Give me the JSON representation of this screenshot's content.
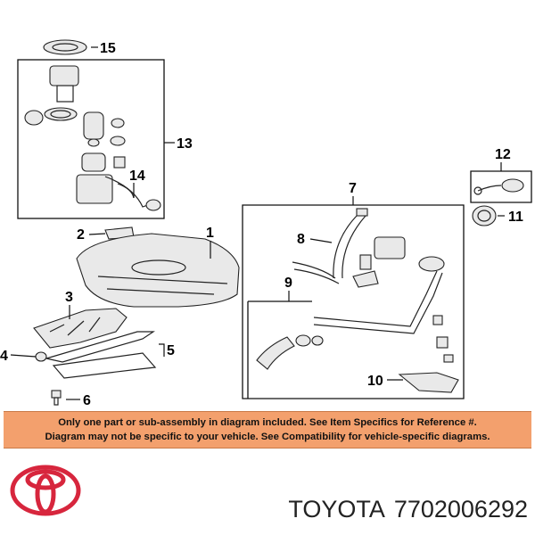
{
  "callouts": {
    "c1": "1",
    "c2": "2",
    "c3": "3",
    "c4": "4",
    "c5": "5",
    "c6": "6",
    "c7": "7",
    "c8": "8",
    "c9": "9",
    "c10": "10",
    "c11": "11",
    "c12": "12",
    "c13": "13",
    "c14": "14",
    "c15": "15"
  },
  "notice": {
    "line1": "Only one part or sub-assembly in diagram included. See Item Specifics for Reference #.",
    "line2": "Diagram may not be specific to your vehicle. See Compatibility for vehicle-specific diagrams."
  },
  "brand": {
    "name": "TOYOTA",
    "part_number": "7702006292",
    "logo_icon": "toyota-logo-icon"
  },
  "colors": {
    "banner": "#f3a06d",
    "logo": "#d7263d"
  }
}
